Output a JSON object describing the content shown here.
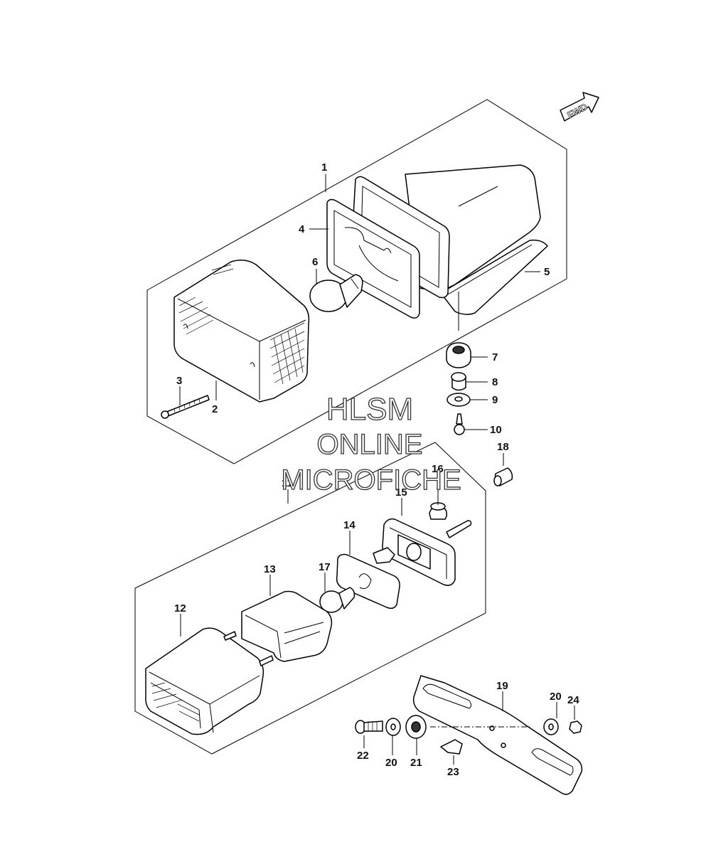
{
  "diagram": {
    "direction_badge": "FWD",
    "watermark": {
      "line1": "HLSM",
      "line2": "ONLINE",
      "line3": "MICROFICHE"
    },
    "callouts": {
      "p1": "1",
      "p2": "2",
      "p3": "3",
      "p4": "4",
      "p5": "5",
      "p6": "6",
      "p7": "7",
      "p8": "8",
      "p9": "9",
      "p10": "10",
      "p11": "11",
      "p12": "12",
      "p13": "13",
      "p14": "14",
      "p15": "15",
      "p16": "16",
      "p17": "17",
      "p18": "18",
      "p19": "19",
      "p20a": "20",
      "p20b": "20",
      "p21": "21",
      "p22": "22",
      "p23": "23",
      "p24": "24"
    }
  }
}
